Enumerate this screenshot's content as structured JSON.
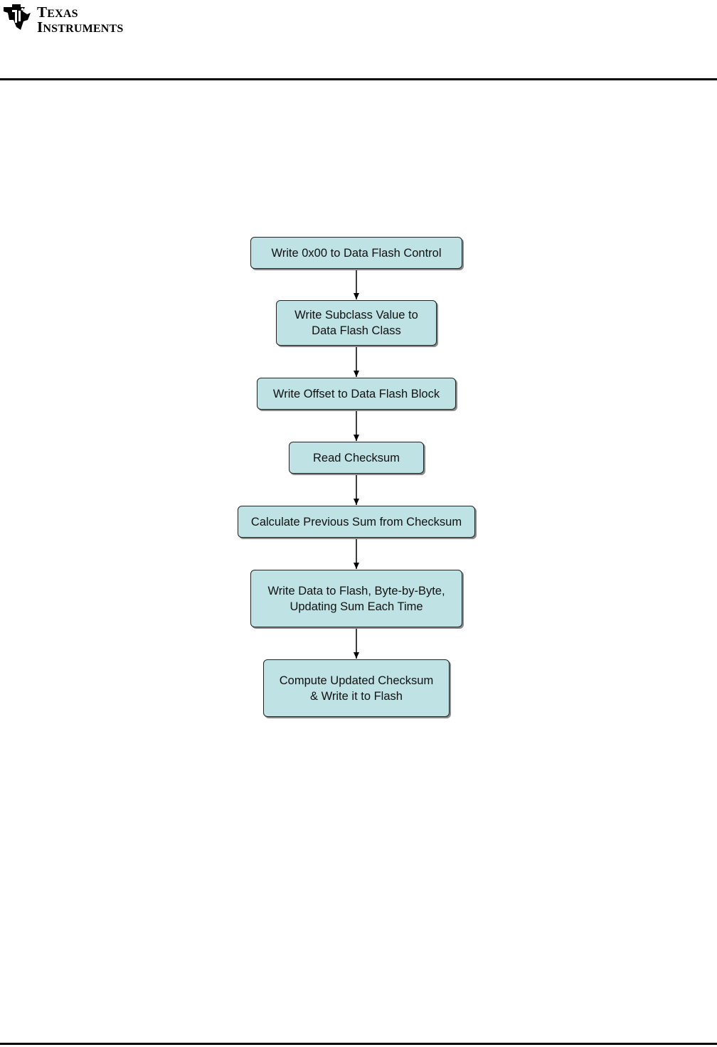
{
  "header": {
    "logo_line1": "Texas",
    "logo_line2": "Instruments",
    "logo_icon": "ti-logo-icon"
  },
  "colors": {
    "box_fill": "#bfe2e4",
    "box_border": "#222222",
    "rule": "#000000"
  },
  "flowchart": {
    "steps": [
      "Write 0x00 to Data Flash Control",
      "Write Subclass Value to\nData Flash Class",
      "Write Offset to Data Flash Block",
      "Read Checksum",
      "Calculate Previous Sum from Checksum",
      "Write Data to Flash, Byte-by-Byte,\nUpdating Sum Each Time",
      "Compute Updated Checksum\n& Write it to Flash"
    ]
  }
}
